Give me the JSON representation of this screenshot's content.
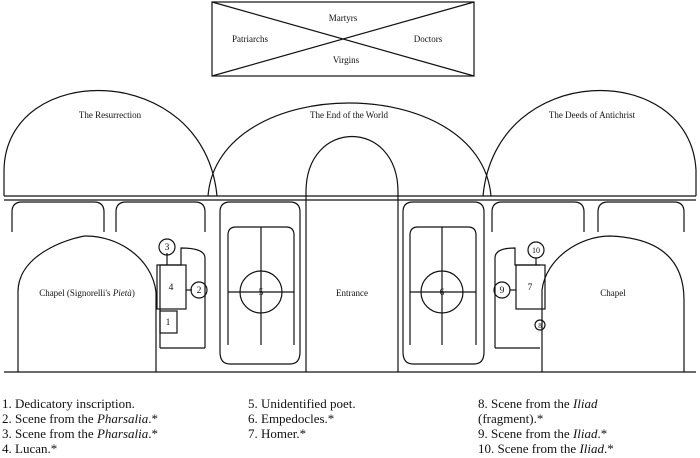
{
  "vault": {
    "top": "Martyrs",
    "left": "Patriarchs",
    "right": "Doctors",
    "bottom": "Virgins"
  },
  "lunettes": {
    "left": "The Resurrection",
    "center": "The End of the World",
    "right": "The Deeds of Antichrist"
  },
  "openings": {
    "left_chapel": "Chapel (Signorelli's ",
    "left_chapel_italic": "Pietà",
    "left_chapel_end": ")",
    "entrance": "Entrance",
    "right_chapel": "Chapel"
  },
  "markers": {
    "m1": "1",
    "m2": "2",
    "m3": "3",
    "m4": "4",
    "m5": "5",
    "m6": "6",
    "m7": "7",
    "m8": "8",
    "m9": "9",
    "m10": "10"
  },
  "legend": {
    "i1": {
      "pre": "1.  Dedicatory inscription.",
      "ital": "",
      "post": ""
    },
    "i2": {
      "pre": "2.  Scene from the ",
      "ital": "Pharsalia",
      "post": ".*"
    },
    "i3": {
      "pre": "3.  Scene from the ",
      "ital": "Pharsalia",
      "post": ".*"
    },
    "i4": {
      "pre": "4.  Lucan.*",
      "ital": "",
      "post": ""
    },
    "i5": {
      "pre": "5.  Unidentified poet.",
      "ital": "",
      "post": ""
    },
    "i6": {
      "pre": "6.  Empedocles.*",
      "ital": "",
      "post": ""
    },
    "i7": {
      "pre": "7.  Homer.*",
      "ital": "",
      "post": ""
    },
    "i8": {
      "pre": "8.  Scene from the ",
      "ital": "Iliad",
      "post": " (fragment).*"
    },
    "i9": {
      "pre": "9.  Scene from the ",
      "ital": "Iliad",
      "post": ".*"
    },
    "i10": {
      "pre": "10.  Scene from the ",
      "ital": "Iliad",
      "post": ".*"
    }
  }
}
